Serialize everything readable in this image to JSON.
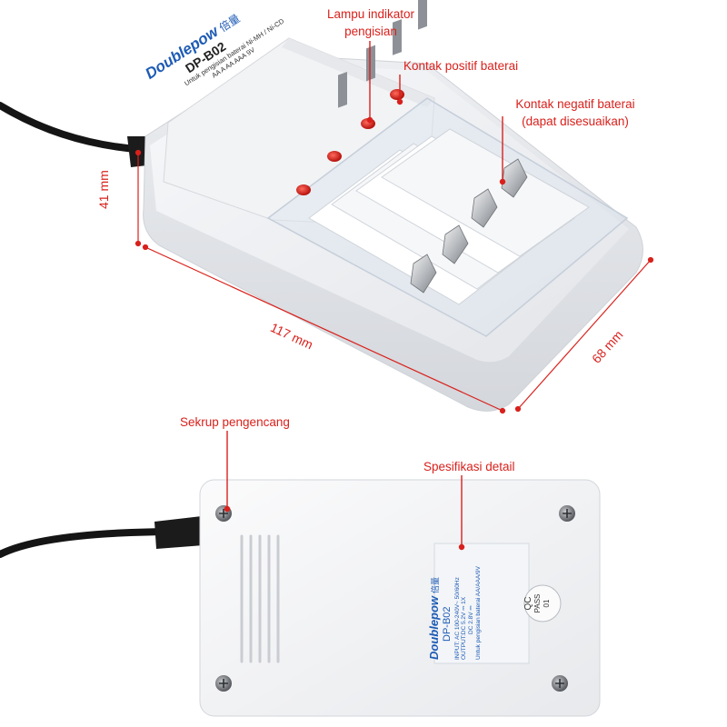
{
  "callouts": {
    "indicator_line1": "Lampu indikator",
    "indicator_line2": "pengisian",
    "positive_contact": "Kontak positif baterai",
    "negative_line1": "Kontak negatif baterai",
    "negative_line2": "(dapat disesuaikan)",
    "screw": "Sekrup pengencang",
    "spec": "Spesifikasi detail"
  },
  "dimensions": {
    "height": "41 mm",
    "length": "117 mm",
    "width": "68 mm"
  },
  "top_label": {
    "brand": "Doublepow",
    "brand_cn": "倍量",
    "model": "DP-B02",
    "line1": "Untuk pengisian baterai Ni-MH / Ni-CD",
    "line2": "AA A AA AAA 9V"
  },
  "bottom_label": {
    "brand": "Doublepow",
    "brand_cn": "倍量",
    "model": "DP-B02",
    "input": "INPUT: AC 100-240V~ 50/60Hz",
    "output1": "OUTPUT:DC 5.2V ⎓ 1X",
    "output2": "DC 2.8V ⎓",
    "note": "Untuk pengisian baterai AA/AAA/9V"
  },
  "qc": {
    "line1": "QC",
    "line2": "PASS",
    "line3": "01"
  },
  "colors": {
    "accent": "#d9211c",
    "body": "#f1f2f4",
    "brand": "#1d5bb5"
  }
}
